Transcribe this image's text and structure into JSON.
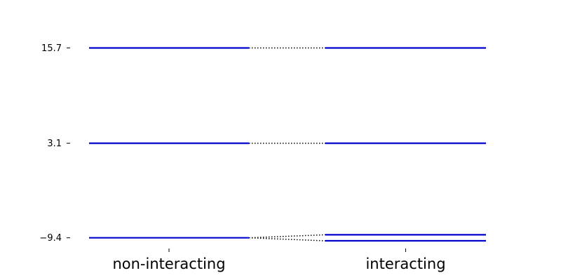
{
  "chart_data": {
    "type": "energy-level-diagram",
    "title": "",
    "xlabel": "",
    "ylabel": "",
    "categories": [
      "non-interacting",
      "interacting"
    ],
    "yticks": [
      {
        "value": 15.7,
        "label": "15.7"
      },
      {
        "value": 3.1,
        "label": "3.1"
      },
      {
        "value": -9.4,
        "label": "−9.4"
      }
    ],
    "levels": {
      "non-interacting": [
        15.7,
        3.1,
        -9.4
      ],
      "interacting": [
        15.7,
        3.1,
        -9.0,
        -9.8
      ]
    },
    "connections": [
      {
        "from": 15.7,
        "to": 15.7
      },
      {
        "from": 3.1,
        "to": 3.1
      },
      {
        "from": -9.4,
        "to": -9.0
      },
      {
        "from": -9.4,
        "to": -9.8
      }
    ],
    "ylim": [
      -11.0,
      20.0
    ],
    "grid": false,
    "colors": {
      "level": "#0000cc",
      "connector": "#000000",
      "tick": "#000000"
    }
  }
}
